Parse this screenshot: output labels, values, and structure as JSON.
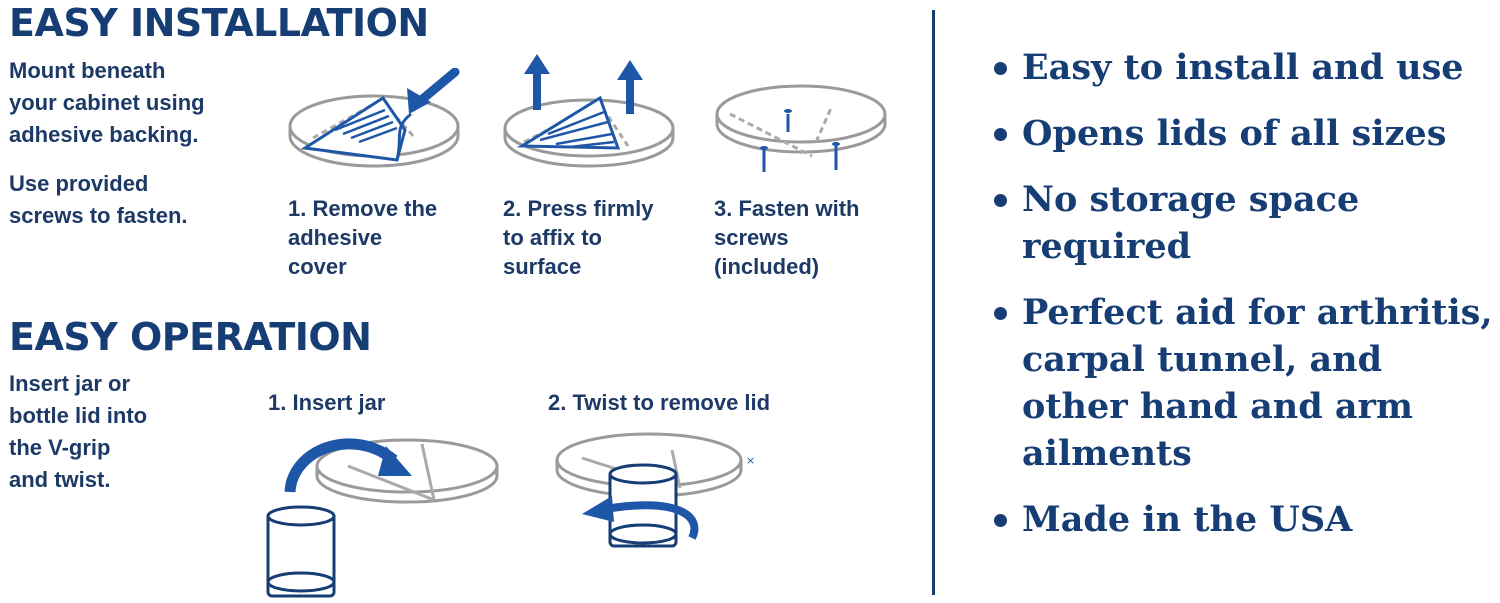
{
  "installation": {
    "heading": "EASY INSTALLATION",
    "intro": "Mount beneath\nyour cabinet using\nadhesive backing.",
    "screws_note": "Use provided\nscrews to fasten.",
    "steps": [
      {
        "label": "1. Remove the\n    adhesive\n    cover"
      },
      {
        "label": "2. Press firmly\n    to affix to\n    surface"
      },
      {
        "label": "3. Fasten with\n    screws\n    (included)"
      }
    ]
  },
  "operation": {
    "heading": "EASY OPERATION",
    "intro": "Insert jar or\nbottle lid into\nthe V-grip\nand twist.",
    "steps": [
      {
        "label": "1. Insert jar"
      },
      {
        "label": "2. Twist to remove lid"
      }
    ]
  },
  "features": [
    "Easy to install and use",
    "Opens lids of all sizes",
    "No storage space\nrequired",
    "Perfect aid for arthritis,\ncarpal tunnel, and\nother hand and arm\nailments",
    "Made in the USA"
  ],
  "colors": {
    "navy": "#163e75",
    "accent_blue": "#1f57a8",
    "disc_gray": "#9a9a9a"
  },
  "icons": {
    "step1": "adhesive-peel-icon",
    "step2": "press-arrows-icon",
    "step3": "screws-icon",
    "op1": "insert-jar-icon",
    "op2": "twist-jar-icon"
  }
}
